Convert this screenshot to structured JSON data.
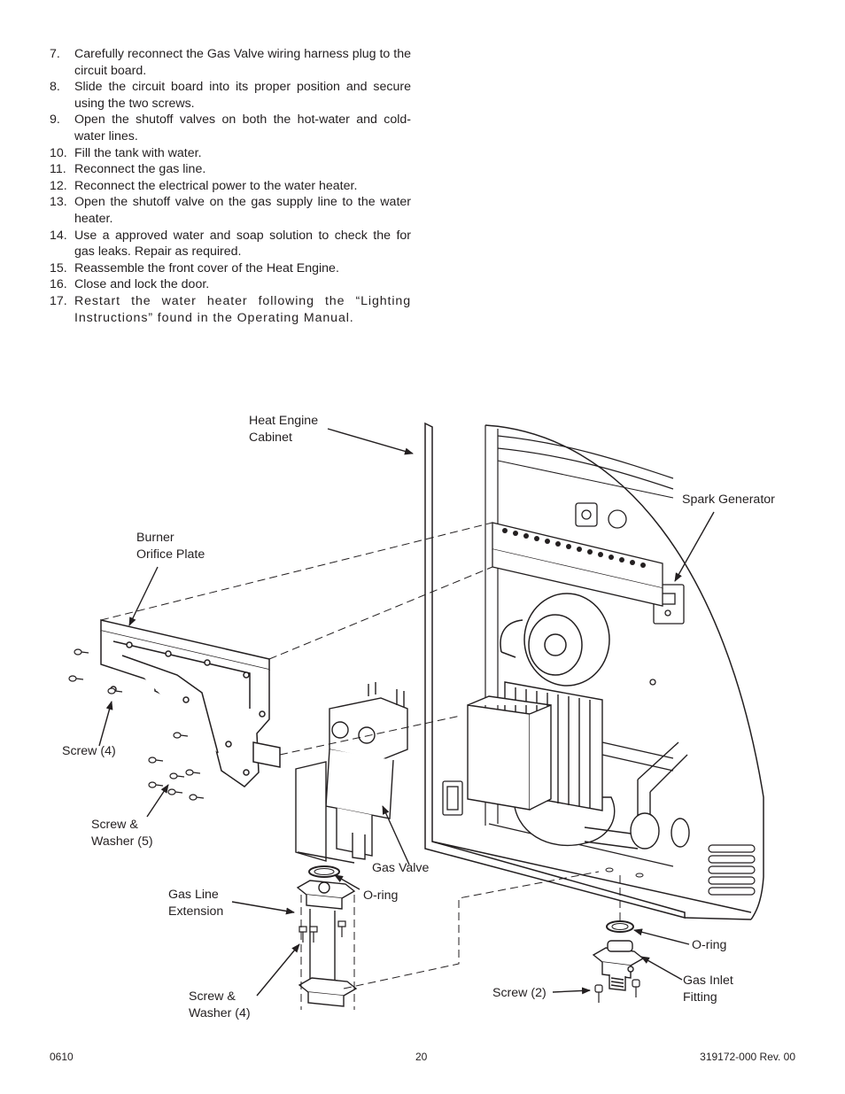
{
  "steps": [
    {
      "num": "7.",
      "text": "Carefully reconnect the Gas Valve wiring harness plug to the circuit board."
    },
    {
      "num": "8.",
      "text": "Slide the circuit board into its proper position and secure using the two screws."
    },
    {
      "num": "9.",
      "text": "Open the shutoff valves on both the hot-water and cold-water lines."
    },
    {
      "num": "10.",
      "text": "Fill the tank with water."
    },
    {
      "num": "11.",
      "text": "Reconnect the gas line."
    },
    {
      "num": "12.",
      "text": "Reconnect the electrical power to the water heater."
    },
    {
      "num": "13.",
      "text": "Open the shutoff valve on the gas supply line to the water heater."
    },
    {
      "num": "14.",
      "text": "Use a approved water and soap solution to check the for gas leaks. Repair as required."
    },
    {
      "num": "15.",
      "text": "Reassemble the front cover of the Heat Engine."
    },
    {
      "num": "16.",
      "text": "Close and lock the door."
    },
    {
      "num": "17.",
      "text": "Restart the water heater following the “Lighting Instructions” found in the Operating Manual."
    }
  ],
  "labels": {
    "heat_engine_1": "Heat Engine",
    "heat_engine_2": "Cabinet",
    "spark_generator": "Spark Generator",
    "burner_1": "Burner",
    "burner_2": "Orifice Plate",
    "screw_4": "Screw (4)",
    "screw_washer5_1": "Screw &",
    "screw_washer5_2": "Washer (5)",
    "gas_valve": "Gas Valve",
    "oring_upper": "O-ring",
    "gas_line_1": "Gas Line",
    "gas_line_2": "Extension",
    "screw_washer4_1": "Screw &",
    "screw_washer4_2": "Washer (4)",
    "oring_lower": "O-ring",
    "screw_2": "Screw (2)",
    "gas_inlet_1": "Gas Inlet",
    "gas_inlet_2": "Fitting"
  },
  "footer": {
    "date_code": "0610",
    "page_number": "20",
    "doc_number": "319172-000 Rev. 00"
  }
}
